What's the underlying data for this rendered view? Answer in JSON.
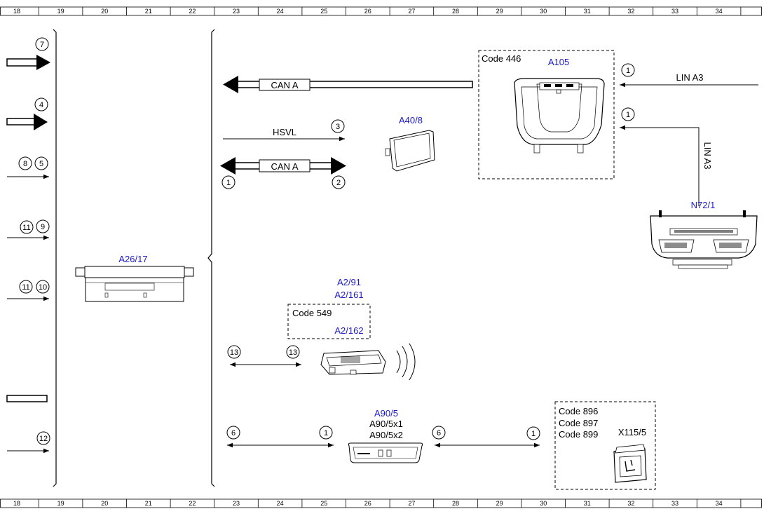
{
  "grid_columns": [
    "18",
    "19",
    "20",
    "21",
    "22",
    "23",
    "24",
    "25",
    "26",
    "27",
    "28",
    "29",
    "30",
    "31",
    "32",
    "33",
    "34"
  ],
  "left_connectors": [
    {
      "circles": [
        "7"
      ]
    },
    {
      "circles": [
        "4"
      ]
    },
    {
      "circles": [
        "8",
        "5"
      ]
    },
    {
      "circles": [
        "11",
        "9"
      ]
    },
    {
      "circles": [
        "11",
        "10"
      ]
    },
    {
      "circles": [
        "12"
      ]
    }
  ],
  "components": {
    "a26_17": "A26/17",
    "a105": "A105",
    "a40_8": "A40/8",
    "n72_1": "N72/1",
    "a2_91": "A2/91",
    "a2_161": "A2/161",
    "a2_162": "A2/162",
    "a90_5": "A90/5",
    "a90_5x1": "A90/5x1",
    "a90_5x2": "A90/5x2",
    "x115_5": "X115/5"
  },
  "codes": {
    "code_446": "Code 446",
    "code_549": "Code 549",
    "code_896": "Code 896",
    "code_897": "Code 897",
    "code_899": "Code 899"
  },
  "buses": {
    "can_a_top": "CAN A",
    "can_a_mid": "CAN A",
    "hsvl": "HSVL",
    "lin_a3_h": "LIN A3",
    "lin_a3_v": "LIN A3"
  },
  "markers": {
    "hsvl_end": "3",
    "can_left": "1",
    "can_right": "2",
    "a2_left": "13",
    "a2_right": "13",
    "a90_left_start": "6",
    "a90_left_end": "1",
    "a90_right_start": "6",
    "a90_right_end": "1",
    "lin_h": "1",
    "lin_v": "1"
  },
  "colors": {
    "line": "#000000",
    "component_label": "#1a1acc"
  }
}
